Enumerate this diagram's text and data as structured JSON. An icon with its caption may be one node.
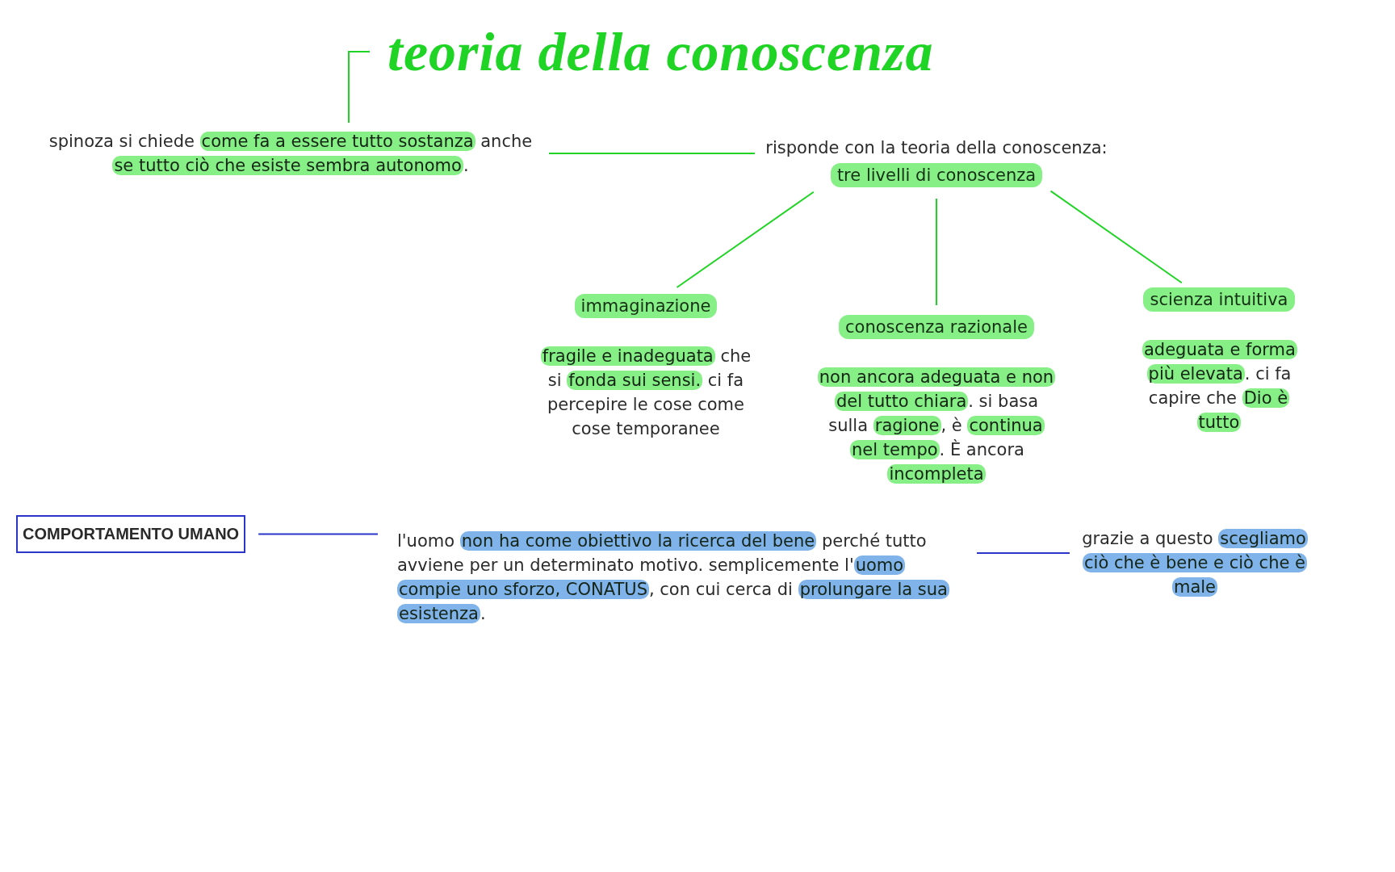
{
  "diagram": {
    "nodes": [
      {
        "text": [
          "teoria della conoscenza"
        ]
      },
      {
        "text": [
          "spinoza si chiede **come fa a essere tutto sostanza** anche **se tutto ciò che esiste sembra autonomo**."
        ]
      },
      {
        "text": [
          "risponde con la teoria della conoscenza:",
          "tre livelli di conoscenza"
        ]
      },
      {
        "text": [
          "immaginazione",
          "**fragile e inadeguata** che si **fonda sui sensi.** ci fa percepire le cose come cose temporanee"
        ]
      },
      {
        "text": [
          "conoscenza razionale",
          "**non ancora adeguata e non del tutto chiara**. si basa sulla **ragione**, è **continua nel tempo**. È ancora **incompleta**"
        ]
      },
      {
        "text": [
          "scienza intuitiva",
          "**adeguata e forma più elevata**. ci fa capire che **Dio è tutto**"
        ]
      },
      {
        "text": [
          "COMPORTAMENTO UMANO"
        ]
      },
      {
        "text": [
          "l'uomo **non ha come obiettivo la ricerca del bene** perché tutto avviene per un determinato motivo. semplicemente l'**uomo compie uno sforzo, CONATUS**, con cui cerca di **prolungare la sua esistenza**."
        ]
      },
      {
        "text": [
          "grazie a questo **scegliamo ciò che è bene e ciò che è male**"
        ]
      }
    ],
    "edges": [
      {
        "from": 0,
        "to": 1,
        "arrow": "none"
      },
      {
        "from": 1,
        "to": 2,
        "arrow": "none"
      },
      {
        "from": 2,
        "to": 3,
        "arrow": "none"
      },
      {
        "from": 2,
        "to": 4,
        "arrow": "none"
      },
      {
        "from": 2,
        "to": 5,
        "arrow": "none"
      },
      {
        "from": 6,
        "to": 7,
        "arrow": "none",
        "color": "#2b35c9"
      },
      {
        "from": 7,
        "to": 8,
        "arrow": "none",
        "color": "#2b35c9"
      }
    ]
  }
}
